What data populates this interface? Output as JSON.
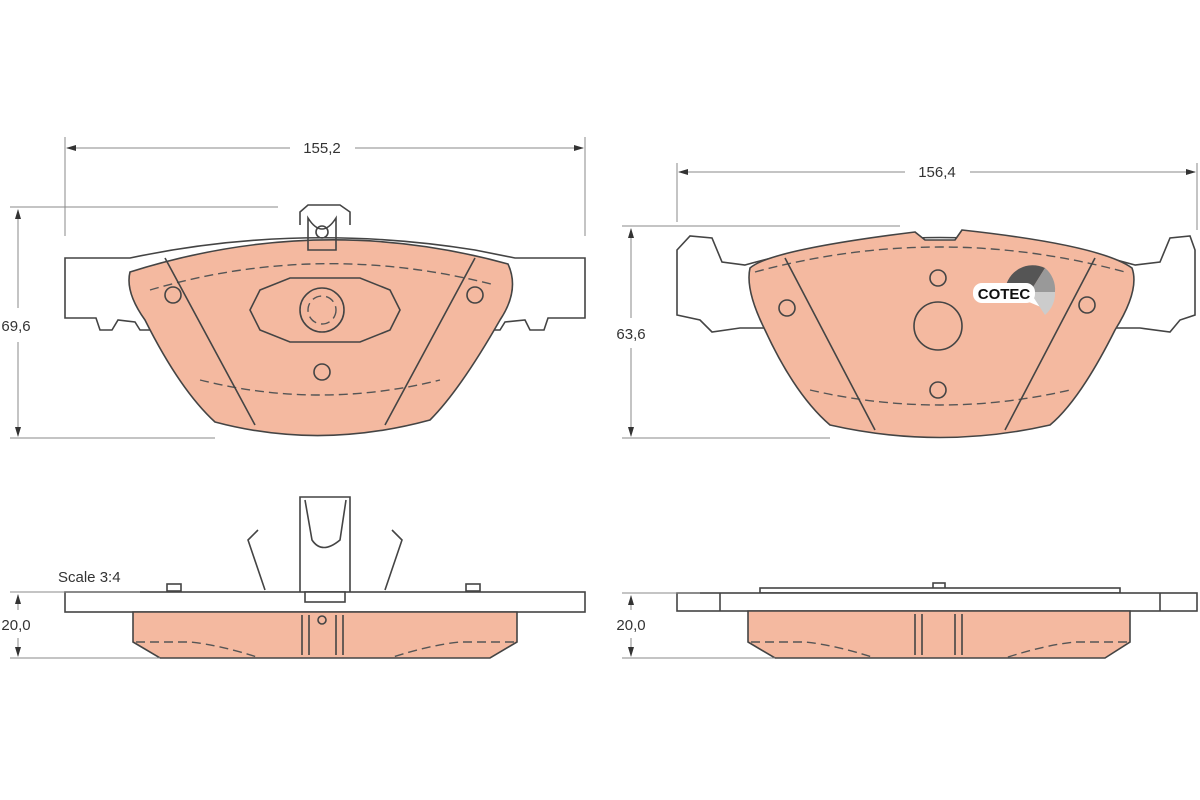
{
  "drawing": {
    "front_pad": {
      "width_dim": "155,2",
      "height_dim": "69,6"
    },
    "rear_pad": {
      "width_dim": "156,4",
      "height_dim": "63,6"
    },
    "front_side": {
      "thickness_dim": "20,0",
      "scale_label": "Scale 3:4"
    },
    "rear_side": {
      "thickness_dim": "20,0"
    },
    "logo": {
      "text": "COTEC"
    }
  },
  "colors": {
    "friction_material": "#F4B9A0",
    "outline": "#444444",
    "background": "#FFFFFF"
  }
}
